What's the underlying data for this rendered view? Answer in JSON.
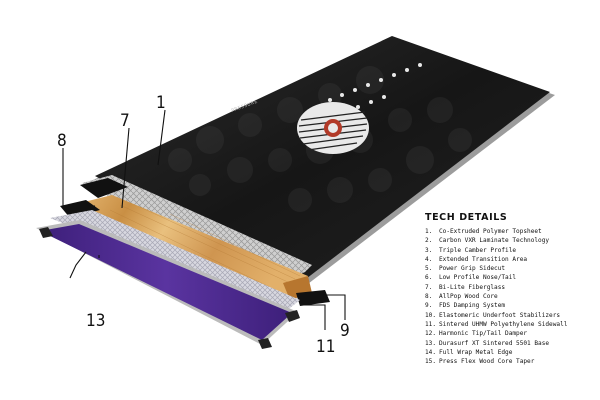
{
  "tech_details": {
    "heading": "TECH DETAILS",
    "items": [
      {
        "num": "1.",
        "label": "Co-Extruded Polymer Topsheet"
      },
      {
        "num": "2.",
        "label": "Carbon VXR Laminate Technology"
      },
      {
        "num": "3.",
        "label": "Triple Camber Profile"
      },
      {
        "num": "4.",
        "label": "Extended Transition Area"
      },
      {
        "num": "5.",
        "label": "Power Grip Sidecut"
      },
      {
        "num": "6.",
        "label": "Low Profile Nose/Tail"
      },
      {
        "num": "7.",
        "label": "Bi-Lite Fiberglass"
      },
      {
        "num": "8.",
        "label": "AllPop Wood Core"
      },
      {
        "num": "9.",
        "label": "FDS Damping System"
      },
      {
        "num": "10.",
        "label": "Elastomeric Underfoot Stabilizers"
      },
      {
        "num": "11.",
        "label": "Sintered UHMW Polyethylene Sidewall"
      },
      {
        "num": "12.",
        "label": "Harmonic Tip/Tail Damper"
      },
      {
        "num": "13.",
        "label": "Durasurf XT Sintered 5501 Base"
      },
      {
        "num": "14.",
        "label": "Full Wrap Metal Edge"
      },
      {
        "num": "15.",
        "label": "Press Flex Wood Core Taper"
      }
    ]
  },
  "callouts": {
    "c1": "1",
    "c7": "7",
    "c8": "8",
    "c9": "9",
    "c11": "11",
    "c13": "13"
  },
  "board_brand_text": "PRESSURE",
  "colors": {
    "topsheet": "#1c1c1c",
    "wood": "#d9a561",
    "fiberglass": "#c9c9c9",
    "base": "#4b2a8a",
    "edge": "#9a9a9a"
  }
}
